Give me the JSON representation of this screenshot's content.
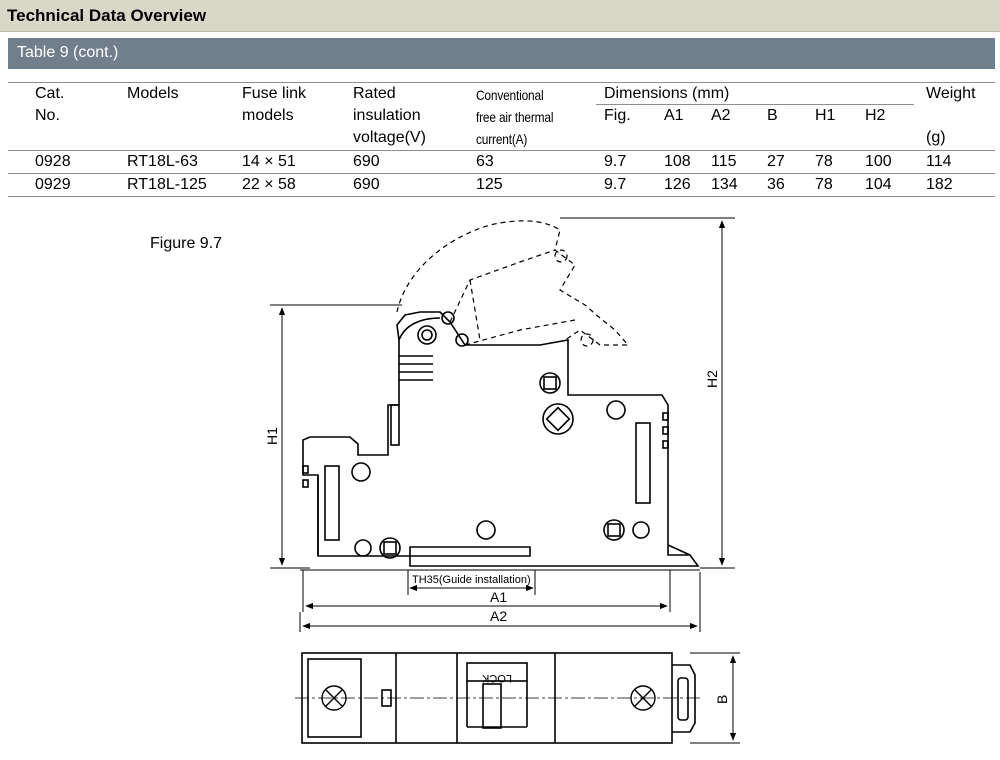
{
  "section_title": "Technical Data Overview",
  "table_title": "Table 9 (cont.)",
  "table": {
    "headers": {
      "cat_line1": "Cat.",
      "cat_line2": "No.",
      "models": "Models",
      "fuse_line1": "Fuse link",
      "fuse_line2": "models",
      "rated_line1": "Rated",
      "rated_line2": "insulation",
      "rated_line3": "voltage(V)",
      "conv_line1": "Conventional",
      "conv_line2": "free air thermal",
      "conv_line3": "current(A)",
      "dimensions": "Dimensions (mm)",
      "fig": "Fig.",
      "a1": "A1",
      "a2": "A2",
      "b": "B",
      "h1": "H1",
      "h2": "H2",
      "weight_line1": "Weight",
      "weight_line2": "(g)"
    },
    "rows": [
      {
        "cat": "0928",
        "model": "RT18L-63",
        "fuse": "14 × 51",
        "voltage": "690",
        "current": "63",
        "fig": "9.7",
        "a1": "108",
        "a2": "115",
        "b": "27",
        "h1": "78",
        "h2": "100",
        "weight": "114"
      },
      {
        "cat": "0929",
        "model": "RT18L-125",
        "fuse": "22 × 58",
        "voltage": "690",
        "current": "125",
        "fig": "9.7",
        "a1": "126",
        "a2": "134",
        "b": "36",
        "h1": "78",
        "h2": "104",
        "weight": "182"
      }
    ]
  },
  "figure": {
    "caption": "Figure 9.7",
    "dim_h1": "H1",
    "dim_h2": "H2",
    "dim_a1": "A1",
    "dim_a2": "A2",
    "dim_b": "B",
    "rail_label": "TH35(Guide installation)",
    "lock_label": "LOCK"
  }
}
